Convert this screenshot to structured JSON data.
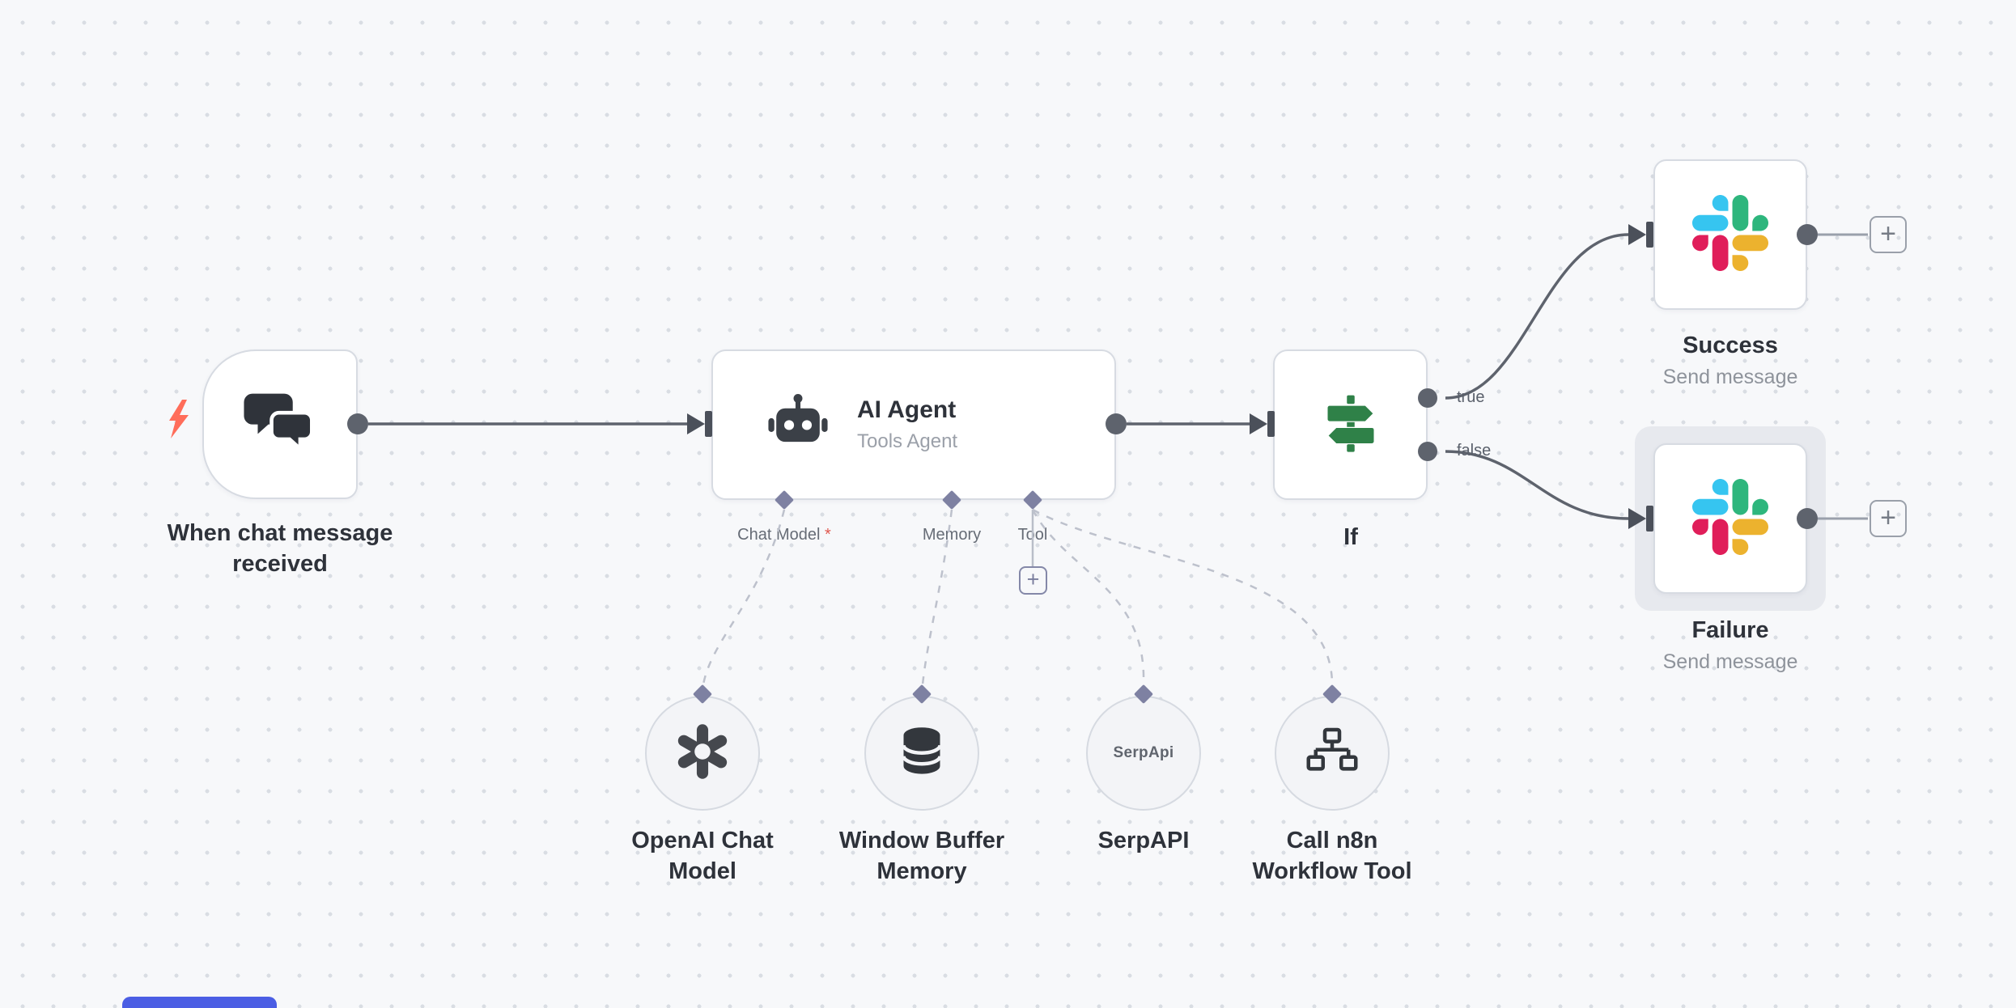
{
  "nodes": {
    "trigger": {
      "label": "When chat message received"
    },
    "agent": {
      "title": "AI Agent",
      "subtitle": "Tools Agent"
    },
    "ports": {
      "chat_model": "Chat Model",
      "required_marker": "*",
      "memory": "Memory",
      "tool": "Tool"
    },
    "if": {
      "label": "If",
      "true_label": "true",
      "false_label": "false"
    },
    "success": {
      "label": "Success",
      "subtitle": "Send message"
    },
    "failure": {
      "label": "Failure",
      "subtitle": "Send message"
    },
    "openai_chat_model": {
      "label": "OpenAI Chat Model"
    },
    "window_buffer_memory": {
      "label": "Window Buffer Memory"
    },
    "serpapi": {
      "label": "SerpAPI",
      "badge_text": "SerpApi"
    },
    "call_n8n_workflow_tool": {
      "label": "Call n8n Workflow Tool"
    }
  },
  "icons": {
    "plus": "+"
  },
  "colors": {
    "canvas_bg": "#f7f8fa",
    "grid_dot": "#d9dde3",
    "edge_solid": "#5e636d",
    "edge_dashed": "#bdc1cc",
    "port_diamond": "#7e81a2",
    "bolt_red": "#ff6d5a",
    "if_green": "#2f8148",
    "slack_blue": "#36C5F0",
    "slack_green": "#2EB67D",
    "slack_yellow": "#ECB22E",
    "slack_red": "#E01E5A",
    "chat_button_blue": "#4b5ee4",
    "selection_bg": "#e7e9ee"
  }
}
